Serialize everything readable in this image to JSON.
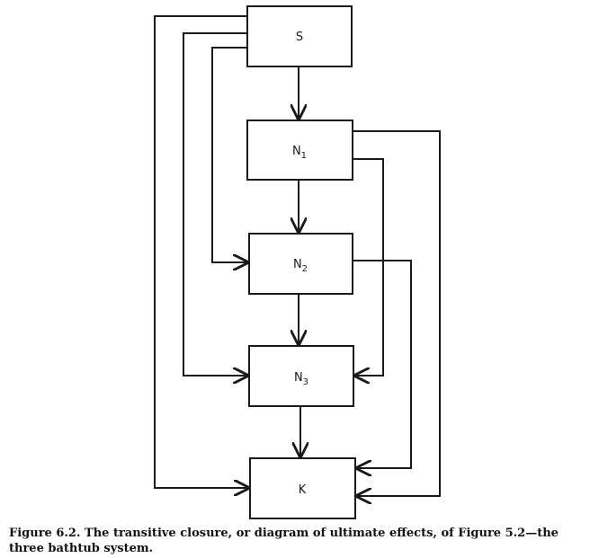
{
  "nodes": {
    "s": {
      "label": "S",
      "sub": ""
    },
    "n1": {
      "label": "N",
      "sub": "1"
    },
    "n2": {
      "label": "N",
      "sub": "2"
    },
    "n3": {
      "label": "N",
      "sub": "3"
    },
    "k": {
      "label": "K",
      "sub": ""
    }
  },
  "caption": "Figure 6.2. The transitive closure, or diagram of ultimate effects, of Figure 5.2—the three bathtub system.",
  "colors": {
    "ink": "#1a1a1a",
    "background": "#ffffff"
  }
}
